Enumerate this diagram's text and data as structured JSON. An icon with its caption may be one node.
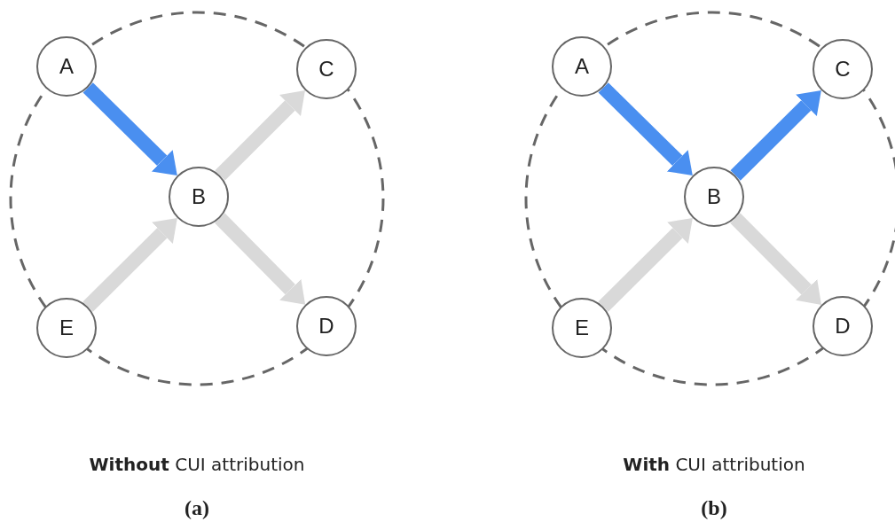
{
  "diagram": {
    "nodes": [
      {
        "text": [
          "A"
        ]
      },
      {
        "text": [
          "C"
        ]
      },
      {
        "text": [
          "B"
        ]
      },
      {
        "text": [
          "E"
        ]
      },
      {
        "text": [
          "D"
        ]
      },
      {
        "text": [
          "A"
        ]
      },
      {
        "text": [
          "C"
        ]
      },
      {
        "text": [
          "B"
        ]
      },
      {
        "text": [
          "E"
        ]
      },
      {
        "text": [
          "D"
        ]
      }
    ],
    "edges": [
      {
        "from": 0,
        "to": 2,
        "arrow": "to",
        "color": "#4a8ff0"
      },
      {
        "from": 2,
        "to": 1,
        "arrow": "to"
      },
      {
        "from": 3,
        "to": 2,
        "arrow": "to"
      },
      {
        "from": 2,
        "to": 4,
        "arrow": "to"
      },
      {
        "from": 5,
        "to": 7,
        "arrow": "to",
        "color": "#4a8ff0"
      },
      {
        "from": 7,
        "to": 6,
        "arrow": "to",
        "color": "#4a8ff0"
      },
      {
        "from": 8,
        "to": 7,
        "arrow": "to"
      },
      {
        "from": 7,
        "to": 9,
        "arrow": "to"
      }
    ],
    "labels": [
      "**Without** CUI attribution",
      "**With** CUI attribution",
      "(a)",
      "(b)"
    ]
  }
}
